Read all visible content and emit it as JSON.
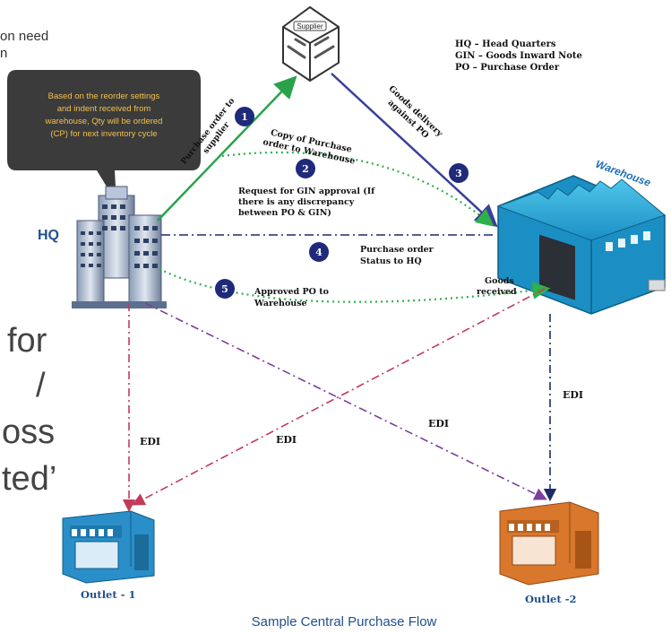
{
  "fragments": {
    "top_left_line1": "on need",
    "top_left_line2": "n",
    "big_line1": "for",
    "big_line2": "/",
    "big_line3": "oss",
    "big_line4": "ted’"
  },
  "callout": {
    "line1": "Based on the reorder settings",
    "line2": "and indent received from",
    "line3": "warehouse, Qty will be ordered",
    "line4": "(CP) for next inventory cycle"
  },
  "legend": {
    "hq": "HQ – Head Quarters",
    "gin": "GIN – Goods Inward Note",
    "po": "PO – Purchase Order"
  },
  "nodes": {
    "supplier": "Supplier",
    "hq": "HQ",
    "warehouse": "Warehouse",
    "outlet1": "Outlet - 1",
    "outlet2": "Outlet -2"
  },
  "steps": [
    {
      "num": "1",
      "line1": "Purchase order to",
      "line2": "supplier"
    },
    {
      "num": "2",
      "line1": "Copy of Purchase",
      "line2": "order to Warehouse"
    },
    {
      "num": "3",
      "line1": "Goods delivery",
      "line2": "against PO"
    },
    {
      "num": "4",
      "line1": "Request for GIN approval (If",
      "line2": "there is any discrepancy",
      "line3": "between PO & GIN)",
      "line4": "Purchase order",
      "line5": "Status to HQ"
    },
    {
      "num": "5",
      "line1": "Approved PO to",
      "line2": "Warehouse"
    }
  ],
  "labels": {
    "goods_received_1": "Goods",
    "goods_received_2": "received",
    "edi": "EDI"
  },
  "caption": "Sample Central Purchase Flow",
  "colors": {
    "step_circle": "#1f2a7a",
    "green_arrow": "#2aa24a",
    "blue_arrow": "#3a3f9a",
    "dotted_green": "#2fb04a",
    "red_dashdot": "#c23a5a",
    "purple_dashdot": "#7a3f9a",
    "dark_dashdot": "#1c2b6b",
    "callout_bg": "#3b3b3b",
    "callout_text": "#f2c14e",
    "caption": "#1f4f8f",
    "node_label": "#1f4f8f"
  }
}
